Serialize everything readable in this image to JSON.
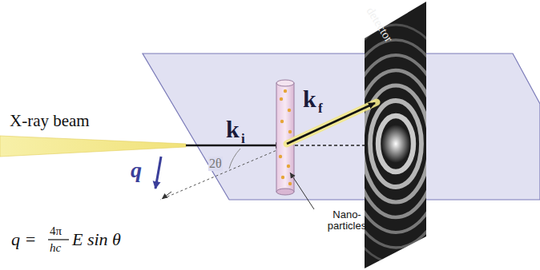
{
  "diagram": {
    "labels": [
      "X-ray beam",
      "k",
      "i",
      "k",
      "f",
      "q",
      "2θ",
      "q =",
      "4π",
      "hc",
      "E sin θ",
      "Nano-particles",
      "detector"
    ]
  }
}
